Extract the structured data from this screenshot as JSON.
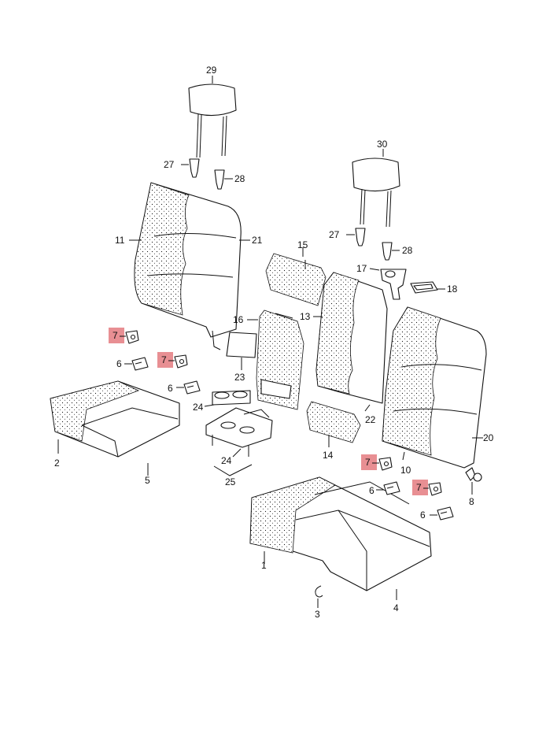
{
  "callouts": {
    "c29": "29",
    "c27a": "27",
    "c28a": "28",
    "c11": "11",
    "c21": "21",
    "c30": "30",
    "c27b": "27",
    "c28b": "28",
    "c15": "15",
    "c17": "17",
    "c18": "18",
    "c13": "13",
    "c16": "16",
    "c23": "23",
    "c24a": "24",
    "c24b": "24",
    "c25": "25",
    "c2": "2",
    "c5": "5",
    "c14": "14",
    "c22": "22",
    "c20": "20",
    "c10": "10",
    "c8": "8",
    "c1": "1",
    "c3": "3",
    "c4": "4",
    "c6a": "6",
    "c6b": "6",
    "c6c": "6",
    "c6d": "6",
    "c7a": "7",
    "c7b": "7",
    "c7c": "7",
    "c7d": "7"
  },
  "highlight_color": "#e88f93"
}
